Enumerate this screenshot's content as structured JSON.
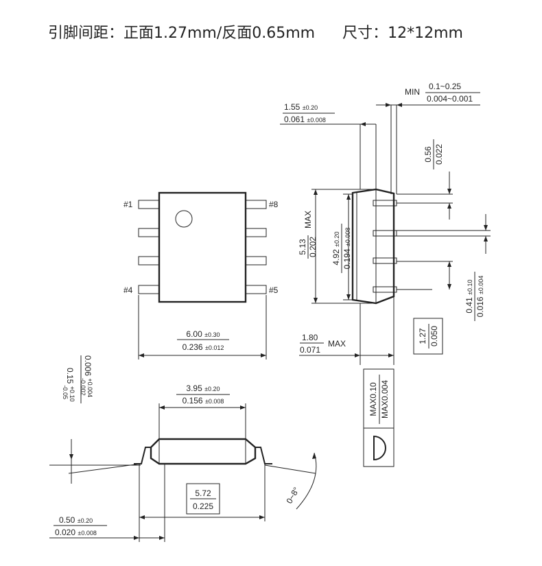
{
  "header": {
    "pitch_text": "引脚间距：正面1.27mm/反面0.65mm",
    "size_text": "尺寸：12*12mm"
  },
  "pins": {
    "pin1": "#1",
    "pin4": "#4",
    "pin5": "#5",
    "pin8": "#8"
  },
  "dims": {
    "width_mm": "6.00",
    "width_mm_tol": "±0.30",
    "width_in": "0.236",
    "width_in_tol": "±0.012",
    "body_mm": "3.95",
    "body_mm_tol": "±0.20",
    "body_in": "0.156",
    "body_in_tol": "±0.008",
    "span_mm": "5.72",
    "span_in": "0.225",
    "foot_mm": "0.50",
    "foot_mm_tol": "±0.20",
    "foot_in": "0.020",
    "foot_in_tol": "±0.008",
    "standoff_mm": "0.15",
    "standoff_mm_tol_p": "+0.10",
    "standoff_mm_tol_m": "-0.05",
    "standoff_in": "0.006",
    "standoff_in_tol_p": "+0.004",
    "standoff_in_tol_m": "-0.002",
    "angle": "0~8°",
    "side_lead_mm": "1.55",
    "side_lead_mm_tol": "±0.20",
    "side_lead_in": "0.061",
    "side_lead_in_tol": "±0.008",
    "min_label": "MIN",
    "min_mm": "0.1~0.25",
    "min_in": "0.004~0.001",
    "lead_w_mm": "0.56",
    "lead_w_in": "0.022",
    "len_max_mm": "5.13",
    "len_max_in": "0.202",
    "max_label": "MAX",
    "len_mm": "4.92",
    "len_mm_tol": "±0.20",
    "len_in": "0.194",
    "len_in_tol": "±0.008",
    "height_mm": "1.80",
    "height_in": "0.071",
    "pitch_mm": "1.27",
    "pitch_in": "0.050",
    "lead_t_mm": "0.41",
    "lead_t_mm_tol": "±0.10",
    "lead_t_in": "0.016",
    "lead_t_in_tol": "±0.004",
    "coplan_mm": "MAX0.10",
    "coplan_in": "MAX0.004"
  }
}
